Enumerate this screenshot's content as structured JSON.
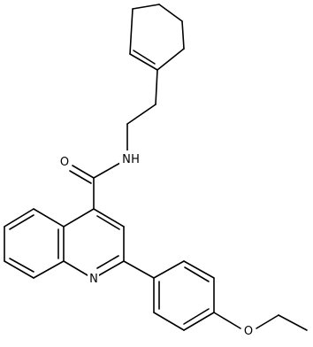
{
  "molecule": {
    "atom_labels": {
      "oxygen_carbonyl": "O",
      "nitrogen_amide": "N",
      "hydrogen_amide": "H",
      "nitrogen_ring": "N",
      "oxygen_ether": "O"
    },
    "colors": {
      "bond": "#000000",
      "label": "#000000",
      "background": "#ffffff"
    }
  }
}
